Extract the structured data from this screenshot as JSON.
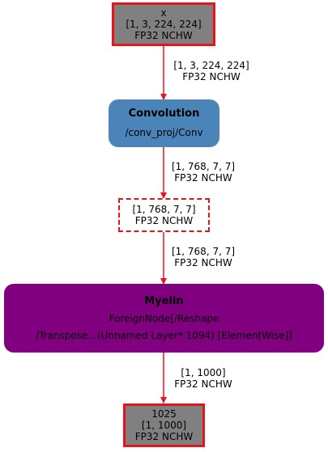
{
  "input_node": {
    "name": "x",
    "shape": "[1, 3, 224, 224]",
    "format": "FP32 NCHW"
  },
  "edge1": {
    "shape": "[1, 3, 224, 224]",
    "format": "FP32 NCHW"
  },
  "conv_node": {
    "title": "Convolution",
    "name": "/conv_proj/Conv"
  },
  "edge2": {
    "shape": "[1, 768, 7, 7]",
    "format": "FP32 NCHW"
  },
  "tensor_node": {
    "shape": "[1, 768, 7, 7]",
    "format": "FP32 NCHW"
  },
  "edge3": {
    "shape": "[1, 768, 7, 7]",
    "format": "FP32 NCHW"
  },
  "myelin_node": {
    "title": "Myelin",
    "line1": "ForeignNode[/Reshape",
    "line2": "/Transpose...(Unnamed Layer* 1094) [ElementWise]]"
  },
  "edge4": {
    "shape": "[1, 1000]",
    "format": "FP32 NCHW"
  },
  "output_node": {
    "name": "1025",
    "shape": "[1, 1000]",
    "format": "FP32 NCHW"
  },
  "colors": {
    "edge": "#e8131b",
    "io_fill": "#808080",
    "conv_fill": "#4b84b8",
    "myelin_fill": "#800080"
  }
}
